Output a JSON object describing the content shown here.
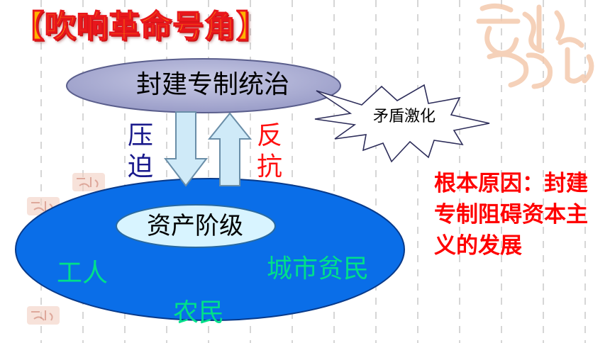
{
  "title": "【吹响革命号角】",
  "top_ellipse_label": "封建专制统治",
  "down_arrow_label": "压迫",
  "up_arrow_label": "反抗",
  "conflict_burst_label": "矛盾激化",
  "bourgeoisie_label": "资产阶级",
  "workers_label": "工人",
  "urban_poor_label": "城市贫民",
  "peasants_label": "农民",
  "root_cause_text": "根本原因：封建专制阻碍资本主义的发展",
  "colors": {
    "title_fill": "#ffb400",
    "title_outline": "#e8161c",
    "top_ellipse": "#a7aad0",
    "big_ellipse": "#0a6ee8",
    "inner_ellipse": "#d8f4ff",
    "arrow": "#cfeaf8",
    "group_text": "#00e08a",
    "oppression_text": "#1a1a8c",
    "resistance_text": "#ff1010",
    "reason_text": "#ff0000"
  }
}
